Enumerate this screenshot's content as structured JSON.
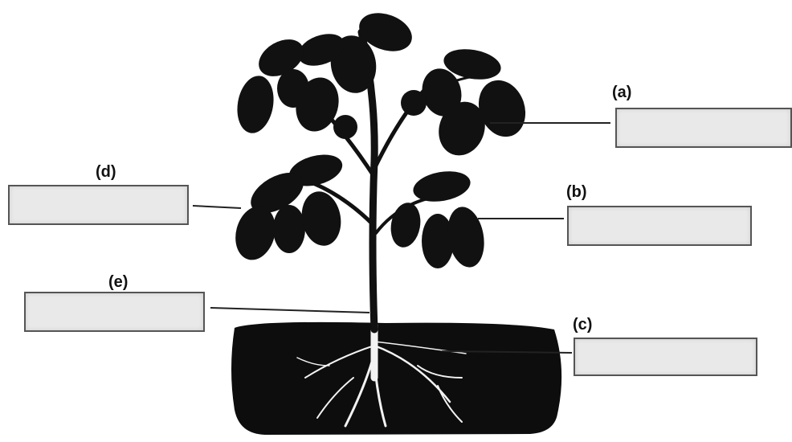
{
  "labels": {
    "a": "(a)",
    "b": "(b)",
    "c": "(c)",
    "d": "(d)",
    "e": "(e)"
  },
  "answer_boxes": {
    "a": "",
    "b": "",
    "c": "",
    "d": "",
    "e": ""
  },
  "colors": {
    "plant": "#111111",
    "soil": "#0d0d0d",
    "roots": "#f2f2f2",
    "box_fill": "#e9e9e9",
    "box_border": "#555555",
    "leader_line": "#222222"
  }
}
